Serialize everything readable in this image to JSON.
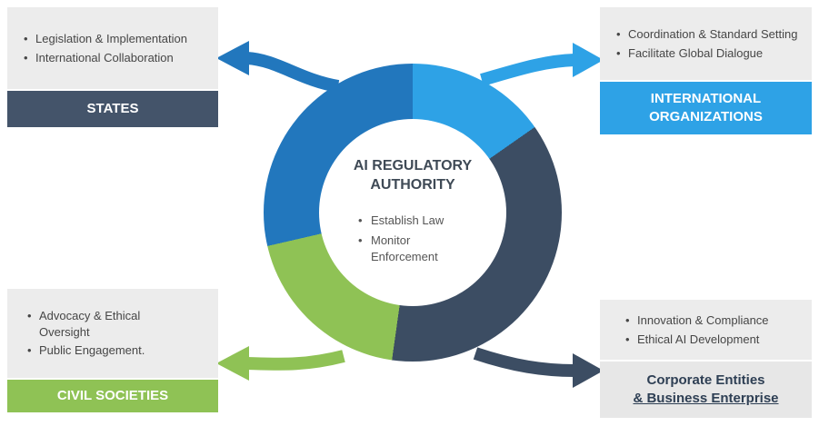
{
  "colors": {
    "medium_blue": "#2277bd",
    "bright_blue": "#2ea2e6",
    "dark_navy": "#3c4d63",
    "navy_header": "#44546a",
    "green": "#8fc255",
    "box_gray": "#ececec",
    "text_dark": "#464646",
    "corporate_title_color": "#2e3f54"
  },
  "center": {
    "title": "AI REGULATORY AUTHORITY",
    "bullets": [
      "Establish Law",
      "Monitor Enforcement"
    ]
  },
  "boxes": {
    "states": {
      "title": "STATES",
      "bullets": [
        "Legislation & Implementation",
        "International Collaboration"
      ]
    },
    "international_organizations": {
      "title": "INTERNATIONAL ORGANIZATIONS",
      "bullets": [
        "Coordination & Standard Setting",
        "Facilitate Global Dialogue"
      ]
    },
    "civil_societies": {
      "title": "CIVIL SOCIETIES",
      "bullets": [
        "Advocacy & Ethical Oversight",
        "Public Engagement."
      ]
    },
    "corporate": {
      "title_line1": "Corporate Entities",
      "title_line2": "& Business Enterprise",
      "bullets": [
        "Innovation & Compliance",
        "Ethical AI Development"
      ]
    }
  }
}
